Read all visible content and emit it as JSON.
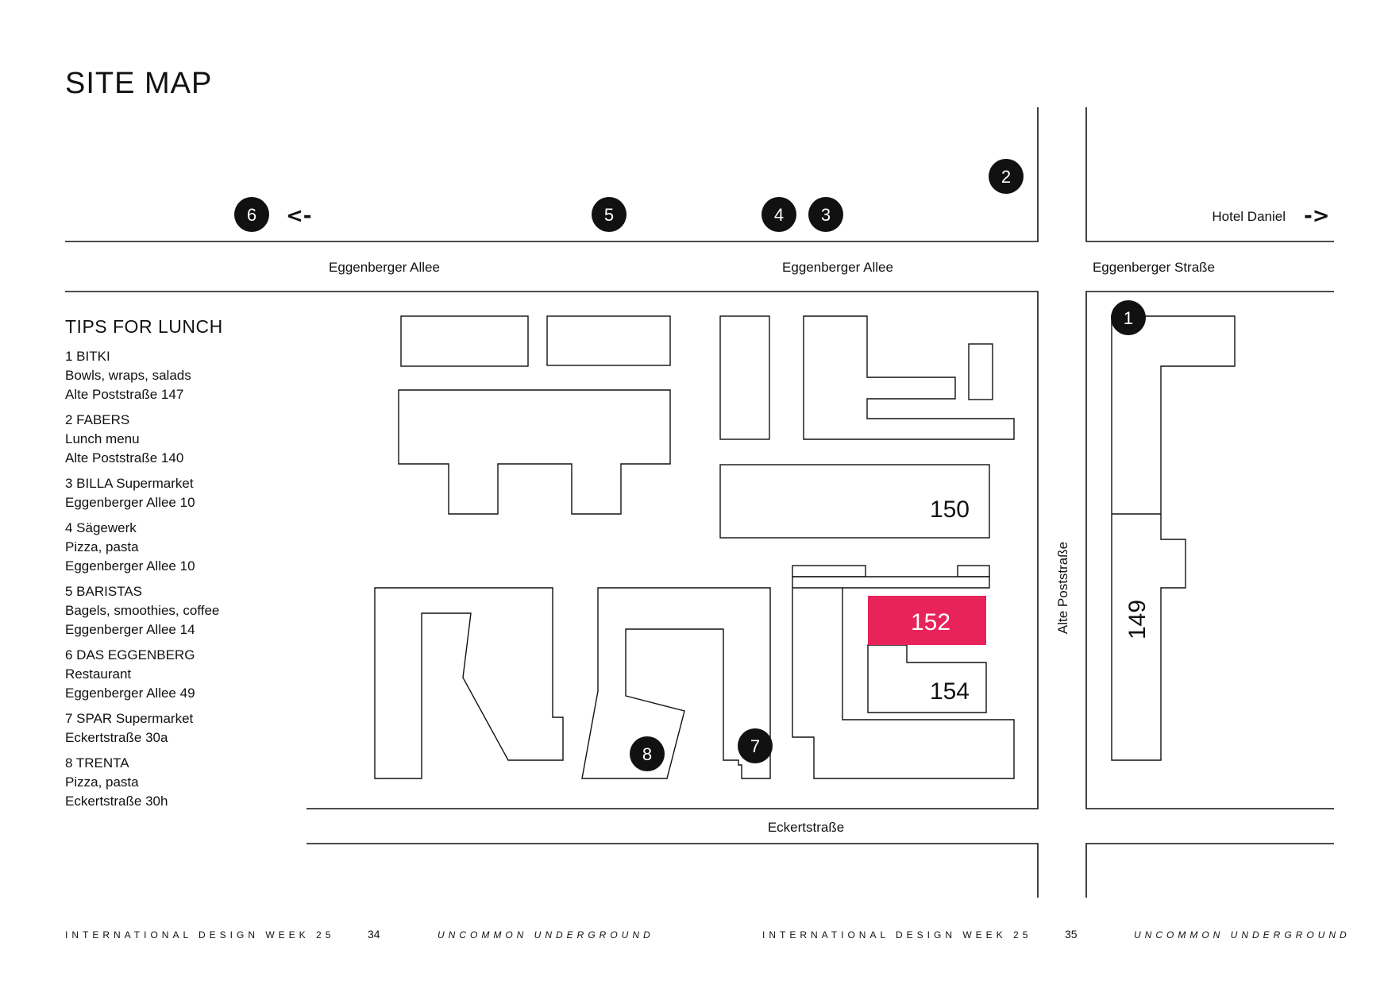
{
  "title": "SITE MAP",
  "tips": {
    "heading": "TIPS FOR LUNCH",
    "items": [
      {
        "name": "1  BITKI",
        "lines": [
          "Bowls, wraps, salads",
          "Alte Poststraße 147"
        ]
      },
      {
        "name": "2  FABERS",
        "lines": [
          "Lunch menu",
          "Alte Poststraße 140"
        ]
      },
      {
        "name": "3 BILLA Supermarket",
        "lines": [
          "Eggenberger Allee 10"
        ]
      },
      {
        "name": "4 Sägewerk",
        "lines": [
          "Pizza, pasta",
          "Eggenberger Allee 10"
        ]
      },
      {
        "name": "5 BARISTAS",
        "lines": [
          "Bagels, smoothies, coffee",
          "Eggenberger Allee 14"
        ]
      },
      {
        "name": "6 DAS EGGENBERG",
        "lines": [
          "Restaurant",
          "Eggenberger Allee 49"
        ]
      },
      {
        "name": "7 SPAR Supermarket",
        "lines": [
          "Eckertstraße 30a"
        ]
      },
      {
        "name": "8 TRENTA",
        "lines": [
          "Pizza, pasta",
          "Eckertstraße 30h"
        ]
      }
    ]
  },
  "streets": {
    "eggenberger_allee_1": "Eggenberger Allee",
    "eggenberger_allee_2": "Eggenberger Allee",
    "eggenberger_strasse": "Eggenberger Straße",
    "alte_poststrasse": "Alte Poststraße",
    "eckertstrasse": "Eckertstraße",
    "hotel_daniel": "Hotel Daniel"
  },
  "buildings": {
    "b150": "150",
    "b152": "152",
    "b154": "154",
    "b149": "149"
  },
  "markers": {
    "m1": "1",
    "m2": "2",
    "m3": "3",
    "m4": "4",
    "m5": "5",
    "m6": "6",
    "m7": "7",
    "m8": "8"
  },
  "arrows": {
    "left": "<-",
    "right": "->"
  },
  "colors": {
    "highlight": "#e8235a",
    "marker": "#111111",
    "line": "#111111"
  },
  "footer": {
    "left_event": "INTERNATIONAL DESIGN WEEK 25",
    "left_page": "34",
    "left_tagline": "UNCOMMON UNDERGROUND",
    "right_event": "INTERNATIONAL DESIGN WEEK 25",
    "right_page": "35",
    "right_tagline": "UNCOMMON UNDERGROUND"
  }
}
